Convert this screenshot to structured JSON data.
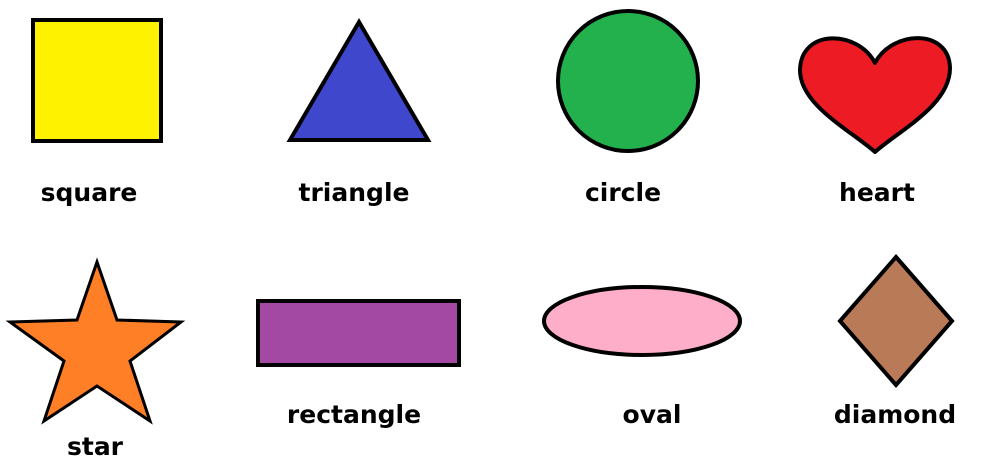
{
  "shapes": {
    "square": {
      "label": "square",
      "fill": "#FFF200",
      "stroke": "#000000"
    },
    "triangle": {
      "label": "triangle",
      "fill": "#3F48CC",
      "stroke": "#000000"
    },
    "circle": {
      "label": "circle",
      "fill": "#22B14C",
      "stroke": "#000000"
    },
    "heart": {
      "label": "heart",
      "fill": "#ED1C24",
      "stroke": "#000000"
    },
    "star": {
      "label": "star",
      "fill": "#FF7F27",
      "stroke": "#000000"
    },
    "rectangle": {
      "label": "rectangle",
      "fill": "#A349A4",
      "stroke": "#000000"
    },
    "oval": {
      "label": "oval",
      "fill": "#FFAEC9",
      "stroke": "#000000"
    },
    "diamond": {
      "label": "diamond",
      "fill": "#B97A57",
      "stroke": "#000000"
    }
  }
}
